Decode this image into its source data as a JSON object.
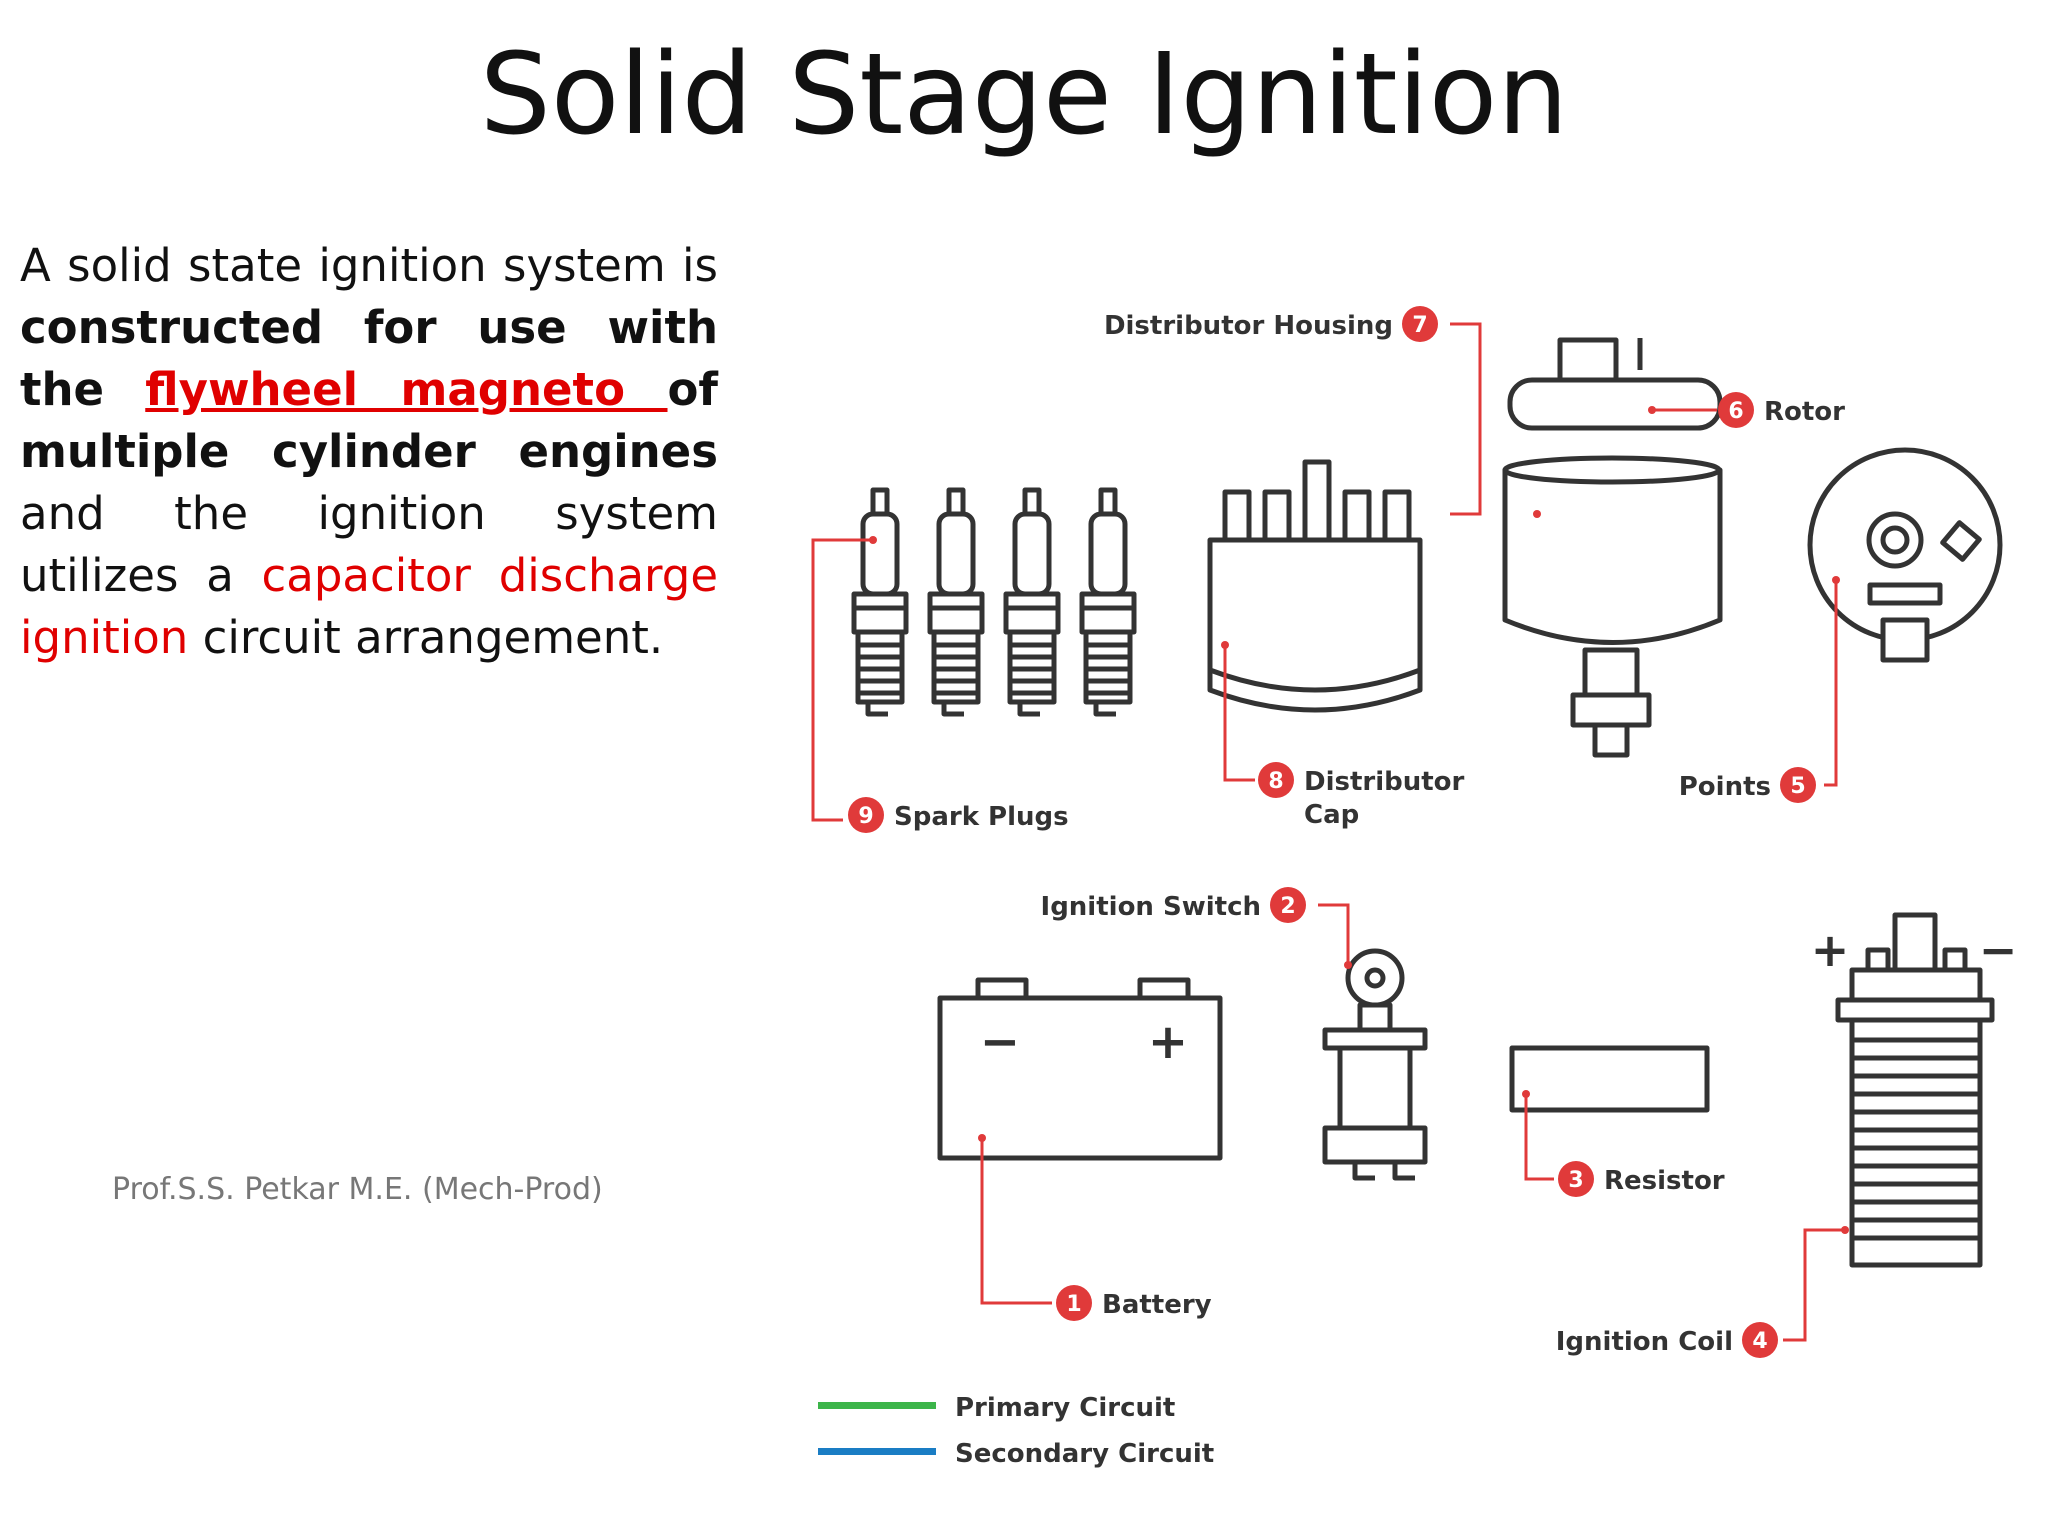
{
  "slide": {
    "title": "Solid Stage Ignition",
    "paragraph": {
      "p1": "A solid state ignition system is ",
      "p2": "constructed for use with the",
      "p3": " ",
      "p4": "flywheel magneto ",
      "p5": "of multiple cylinder engines",
      "p6": " and the ignition system utilizes a ",
      "p7": "capacitor discharge ignition",
      "p8": " circuit arrangement."
    },
    "credit": "Prof.S.S. Petkar M.E. (Mech-Prod)"
  },
  "diagram": {
    "accent_color": "#e03a3a",
    "components": [
      {
        "number": "1",
        "label": "Battery"
      },
      {
        "number": "2",
        "label": "Ignition Switch"
      },
      {
        "number": "3",
        "label": "Resistor"
      },
      {
        "number": "4",
        "label": "Ignition Coil"
      },
      {
        "number": "5",
        "label": "Points"
      },
      {
        "number": "6",
        "label": "Rotor"
      },
      {
        "number": "7",
        "label": "Distributor Housing"
      },
      {
        "number": "8",
        "label": "Distributor Cap"
      },
      {
        "number": "9",
        "label": "Spark Plugs"
      }
    ],
    "cap_label_line1": "Distributor",
    "cap_label_line2": "Cap",
    "battery_minus": "−",
    "battery_plus": "+",
    "coil_plus": "+",
    "coil_minus": "−",
    "legend": [
      {
        "label": "Primary Circuit",
        "color": "#3cb54a"
      },
      {
        "label": "Secondary Circuit",
        "color": "#1a7dc4"
      }
    ]
  }
}
